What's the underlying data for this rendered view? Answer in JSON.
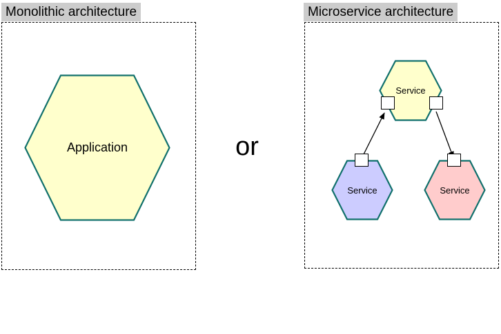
{
  "diagram": {
    "title_text_visible": false,
    "connector_word": "or",
    "groups": [
      {
        "id": "monolithic",
        "label": "Monolithic architecture",
        "label_background": "#cccccc",
        "border_style": "dashed",
        "nodes": [
          {
            "id": "application",
            "label": "Application",
            "shape": "hexagon",
            "fill": "#ffffcc",
            "stroke": "#10706c"
          }
        ],
        "ports": [],
        "edges": []
      },
      {
        "id": "microservice",
        "label": "Microservice architecture",
        "label_background": "#cccccc",
        "border_style": "dashed",
        "nodes": [
          {
            "id": "service-top",
            "label": "Service",
            "shape": "hexagon",
            "fill": "#ffffcc",
            "stroke": "#10706c"
          },
          {
            "id": "service-left",
            "label": "Service",
            "shape": "hexagon",
            "fill": "#ccccff",
            "stroke": "#10706c"
          },
          {
            "id": "service-right",
            "label": "Service",
            "shape": "hexagon",
            "fill": "#ffcccc",
            "stroke": "#10706c"
          }
        ],
        "ports": [
          {
            "id": "port-top-left",
            "owner": "service-top",
            "fill": "#ffffff",
            "stroke": "#000000"
          },
          {
            "id": "port-top-right",
            "owner": "service-top",
            "fill": "#ffffff",
            "stroke": "#000000"
          },
          {
            "id": "port-left-service",
            "owner": "service-left",
            "fill": "#ffffff",
            "stroke": "#000000"
          },
          {
            "id": "port-right-service",
            "owner": "service-right",
            "fill": "#ffffff",
            "stroke": "#000000"
          }
        ],
        "edges": [
          {
            "id": "edge-left",
            "from": "port-left-service",
            "to": "port-top-left",
            "arrow": "to",
            "stroke": "#000000"
          },
          {
            "id": "edge-right",
            "from": "port-top-right",
            "to": "port-right-service",
            "arrow": "to",
            "stroke": "#000000"
          }
        ]
      }
    ]
  },
  "colors": {
    "hex_yellow": "#ffffcc",
    "hex_blue": "#ccccff",
    "hex_pink": "#ffcccc",
    "hex_stroke": "#10706c",
    "label_band": "#cccccc",
    "line": "#000000",
    "background": "#ffffff"
  }
}
